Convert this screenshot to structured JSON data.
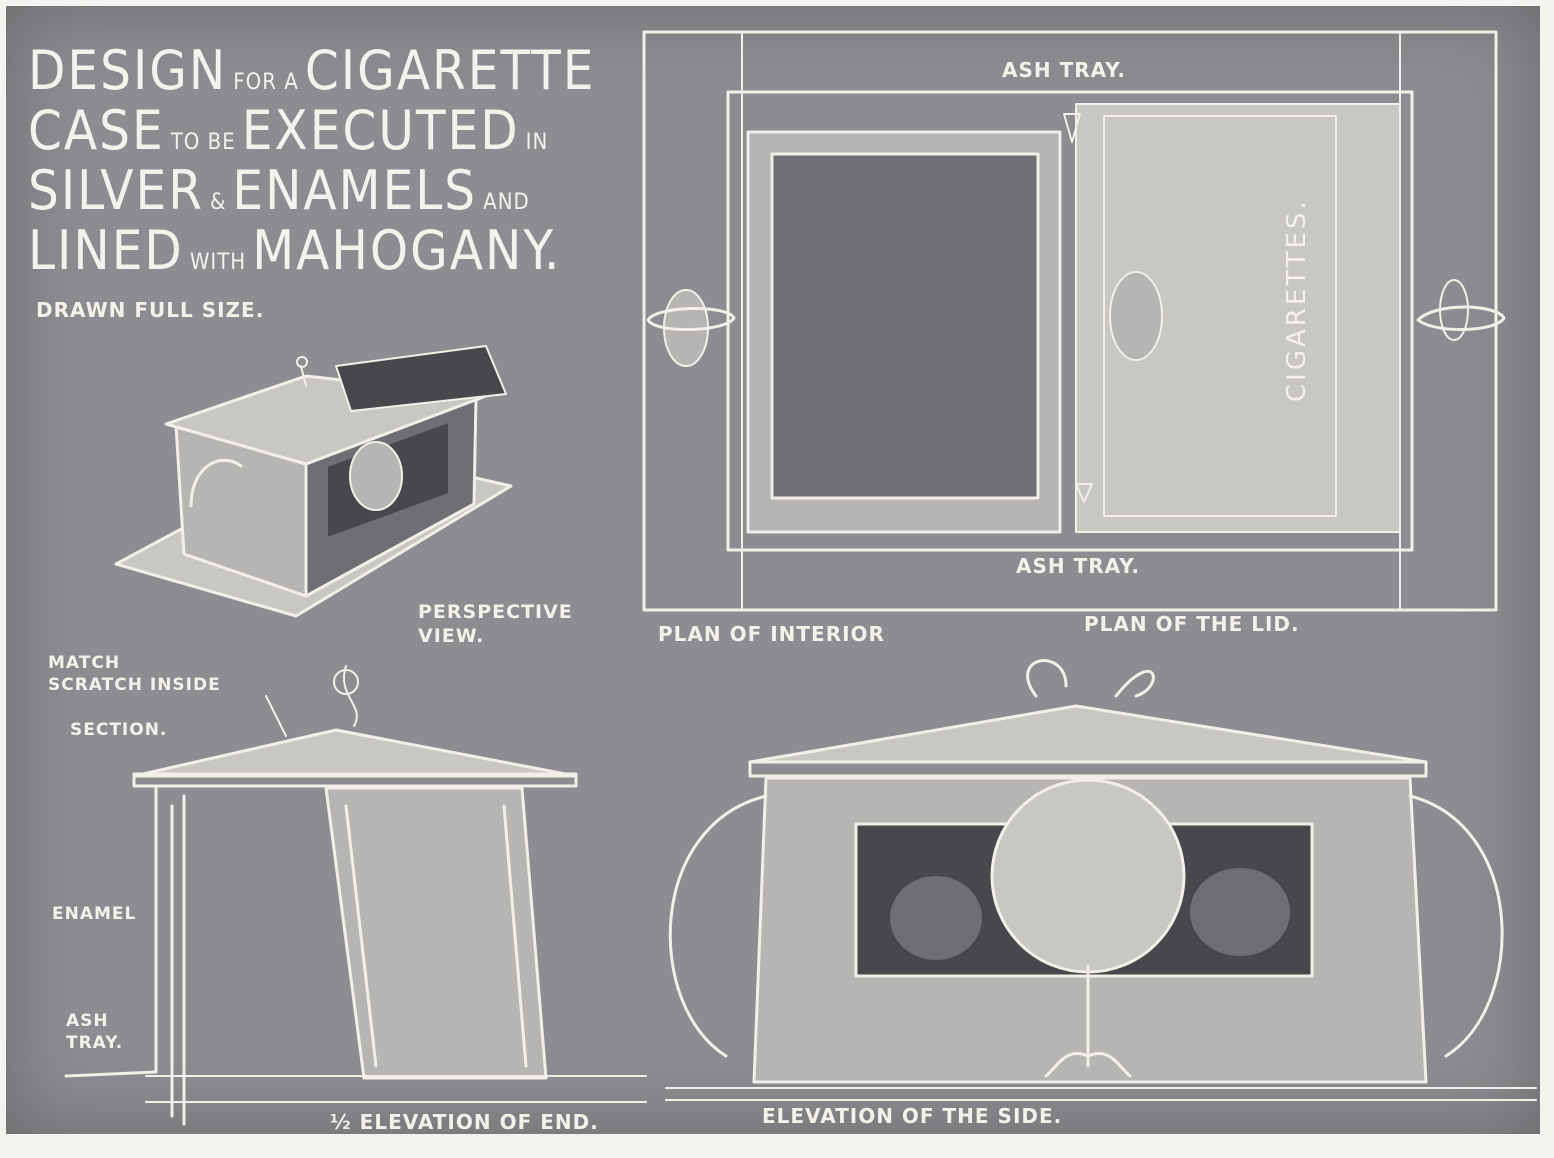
{
  "title": {
    "line1_big1": "Design",
    "line1_small": "for a",
    "line1_big2": "Cigarette",
    "line2_big1": "Case",
    "line2_small1": "to be",
    "line2_big2": "Executed",
    "line2_small2": "in",
    "line3_big1": "Silver",
    "line3_small1": "&",
    "line3_big2": "Enamels",
    "line3_small2": "and",
    "line4_big1": "Lined",
    "line4_small": "with",
    "line4_big2": "Mahogany."
  },
  "scale_note": "Drawn Full Size.",
  "labels": {
    "ash_tray_top": "Ash Tray.",
    "cigarettes": "Cigarettes.",
    "ash_tray_bottom": "Ash Tray.",
    "perspective_view": [
      "Perspective",
      "View."
    ],
    "plan_interior": "Plan of Interior",
    "plan_lid": "Plan of the Lid.",
    "match_scratch": [
      "Match",
      "Scratch Inside"
    ],
    "section": "Section.",
    "enamel": "Enamel",
    "ash_tray_side": [
      "Ash",
      "Tray."
    ],
    "half_elevation_end": "½ Elevation of End.",
    "elevation_side": "Elevation of the Side."
  },
  "colors": {
    "background": "#8d8c90",
    "line_work": "#f1efe8",
    "shadow": "#48474c"
  }
}
